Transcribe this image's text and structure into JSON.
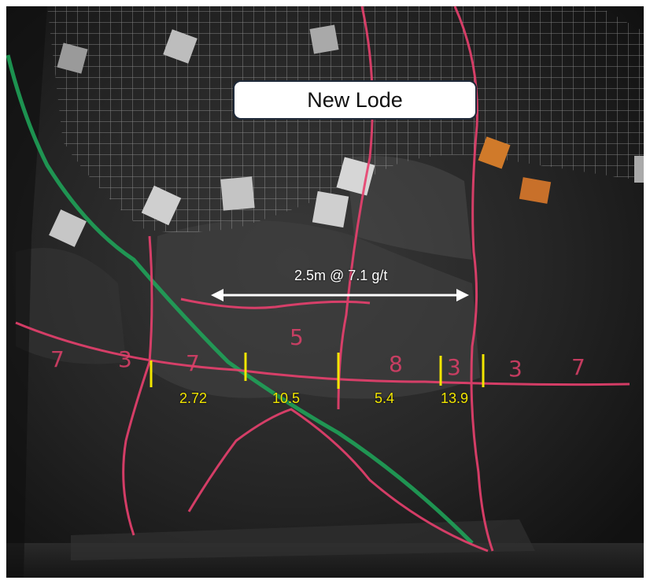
{
  "labels": {
    "lode_title": "New Lode",
    "intercept": "2.5m @ 7.1 g/t"
  },
  "assays": [
    "2.72",
    "10.5",
    "5.4",
    "13.9"
  ],
  "painted_marks": [
    "7",
    "3",
    "7",
    "5",
    "8",
    "3",
    "3",
    "7"
  ],
  "colors": {
    "rock_dark": "#1c1c1c",
    "mesh": "#cfcfcf",
    "lode_boundary": "#e8406e",
    "structure_green": "#1fa85a",
    "sample_ticks": "#f2e600",
    "assay_text": "#f2e600",
    "callout_bg": "#ffffff"
  }
}
